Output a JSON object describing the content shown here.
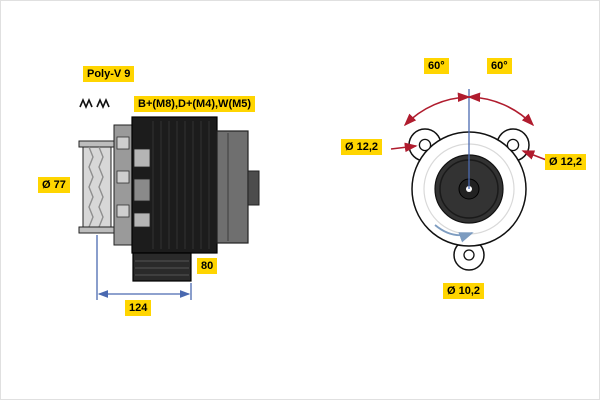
{
  "diagram_title": "alternator-technical-drawing",
  "side_view": {
    "belt_label": "Poly-V 9",
    "terminals_label": "B+(M8),D+(M4),W(M5)",
    "pulley_diameter_label": "Ø 77",
    "rear_depth_label": "80",
    "overall_length_label": "124"
  },
  "front_view": {
    "angle_left_label": "60°",
    "angle_right_label": "60°",
    "hole_left_label": "Ø 12,2",
    "hole_right_label": "Ø 12,2",
    "hole_bottom_label": "Ø 10,2"
  },
  "colors": {
    "label_background": "#ffd500",
    "dimension_line": "#4a69b0",
    "angle_arrow": "#b01c2e",
    "rotation_arrow": "#7d9cc0",
    "body_dark": "#1c1c1c"
  },
  "icons": {
    "rib_profile": "poly-v-rib-icon",
    "rotation": "rotation-direction-arrow-icon"
  }
}
